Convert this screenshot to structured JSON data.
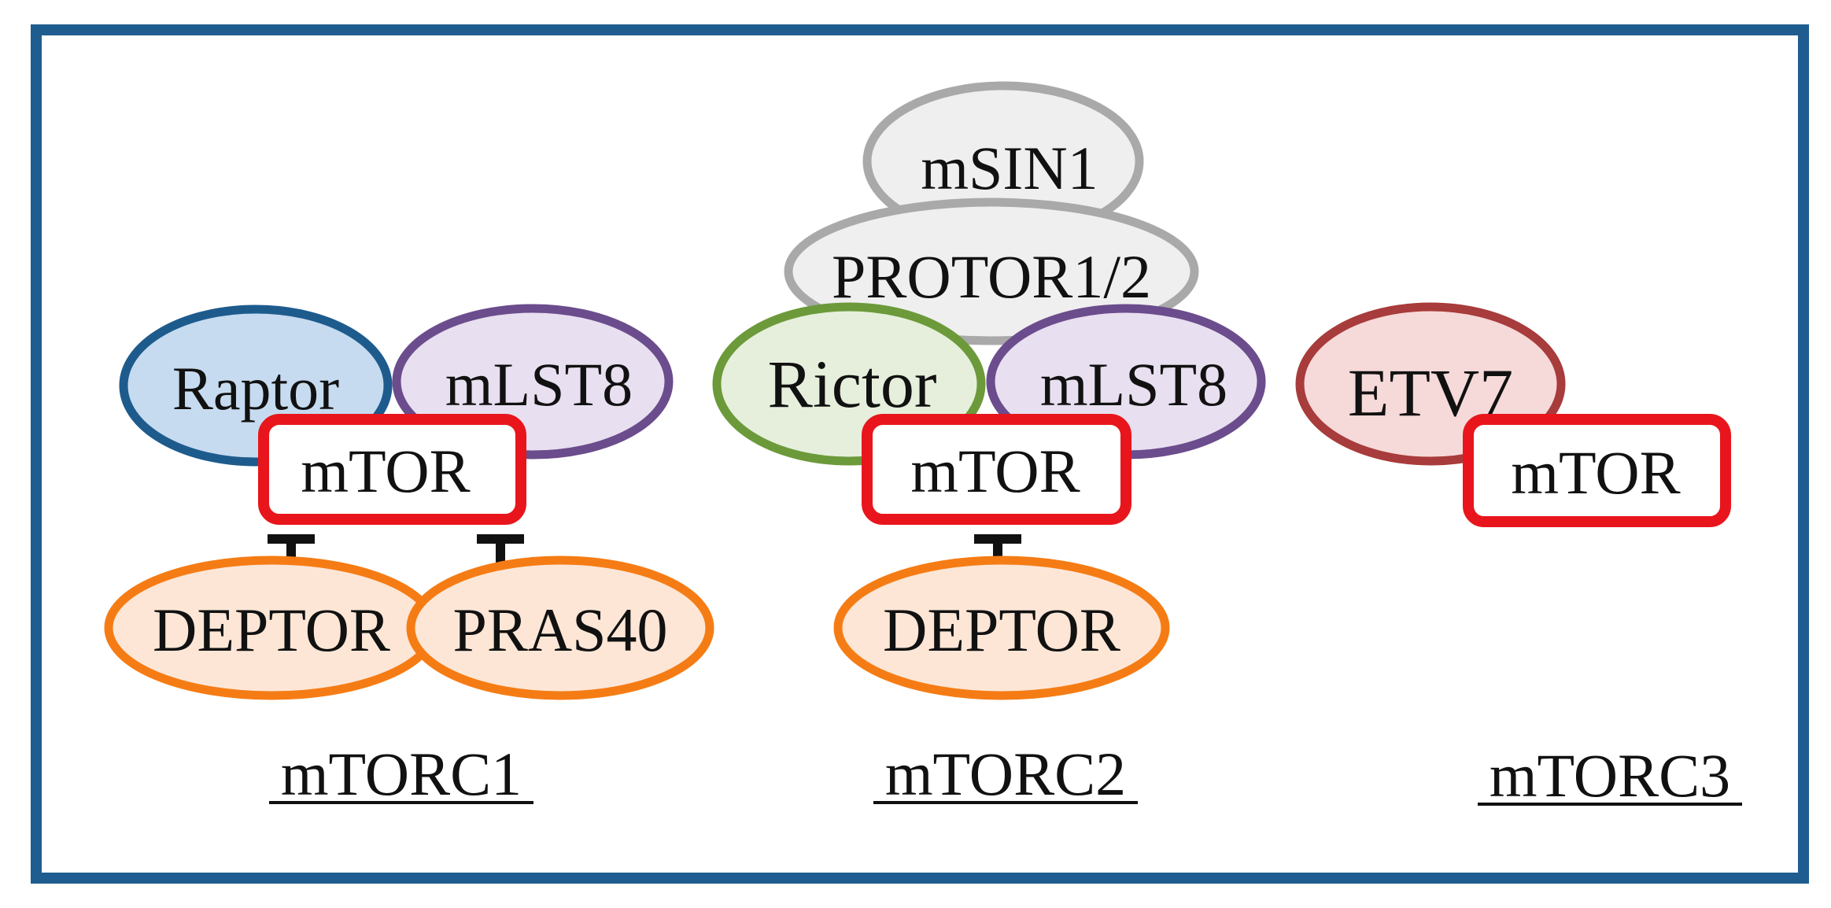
{
  "colors": {
    "frame": "#1f5c8f",
    "mtor_border": "#e8161c",
    "raptor": {
      "fill": "#c6dbf0",
      "stroke": "#1e5b8d"
    },
    "mlst8": {
      "fill": "#e8dff0",
      "stroke": "#6b4c8c"
    },
    "rictor": {
      "fill": "#e6efdc",
      "stroke": "#6c9a3a"
    },
    "gray": {
      "fill": "#efefef",
      "stroke": "#a9a9a9"
    },
    "orange": {
      "fill": "#fde6d6",
      "stroke": "#f57c14"
    },
    "etv7": {
      "fill": "#f6d9d9",
      "stroke": "#a83b3b"
    },
    "inhibitor": "#111111"
  },
  "complexes": [
    {
      "title": "mTORC1",
      "nodes": {
        "raptor": "Raptor",
        "mlst8": "mLST8",
        "mtor": "mTOR",
        "deptor": "DEPTOR",
        "pras40": "PRAS40"
      }
    },
    {
      "title": "mTORC2",
      "nodes": {
        "msin1": "mSIN1",
        "protor": "PROTOR1/2",
        "rictor": "Rictor",
        "mlst8": "mLST8",
        "mtor": "mTOR",
        "deptor": "DEPTOR"
      }
    },
    {
      "title": "mTORC3",
      "nodes": {
        "etv7": "ETV7",
        "mtor": "mTOR"
      }
    }
  ]
}
